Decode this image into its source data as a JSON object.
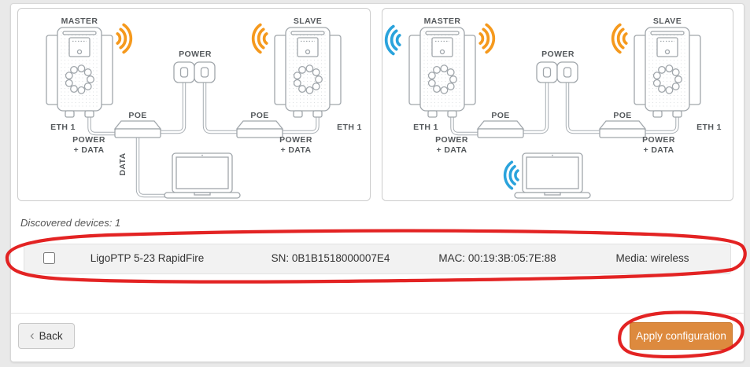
{
  "diagram": {
    "labels": {
      "master": "MASTER",
      "slave": "SLAVE",
      "power": "POWER",
      "poe": "POE",
      "eth1": "ETH 1",
      "power_data_1": "POWER",
      "power_data_2": "+ DATA",
      "data": "DATA"
    }
  },
  "discovered": {
    "summary": "Discovered devices: 1"
  },
  "device_row": {
    "name": "LigoPTP 5-23 RapidFire",
    "serial": "SN: 0B1B1518000007E4",
    "mac": "MAC: 00:19:3B:05:7E:88",
    "media": "Media: wireless",
    "checked": false
  },
  "footer": {
    "back_chevron": "‹",
    "back_label": "Back",
    "apply_label": "Apply configuration"
  },
  "colors": {
    "wave_orange": "#F5991D",
    "wave_blue": "#2AA3DC",
    "annotation_red": "#E21717",
    "apply_orange": "#DD8A3E"
  }
}
